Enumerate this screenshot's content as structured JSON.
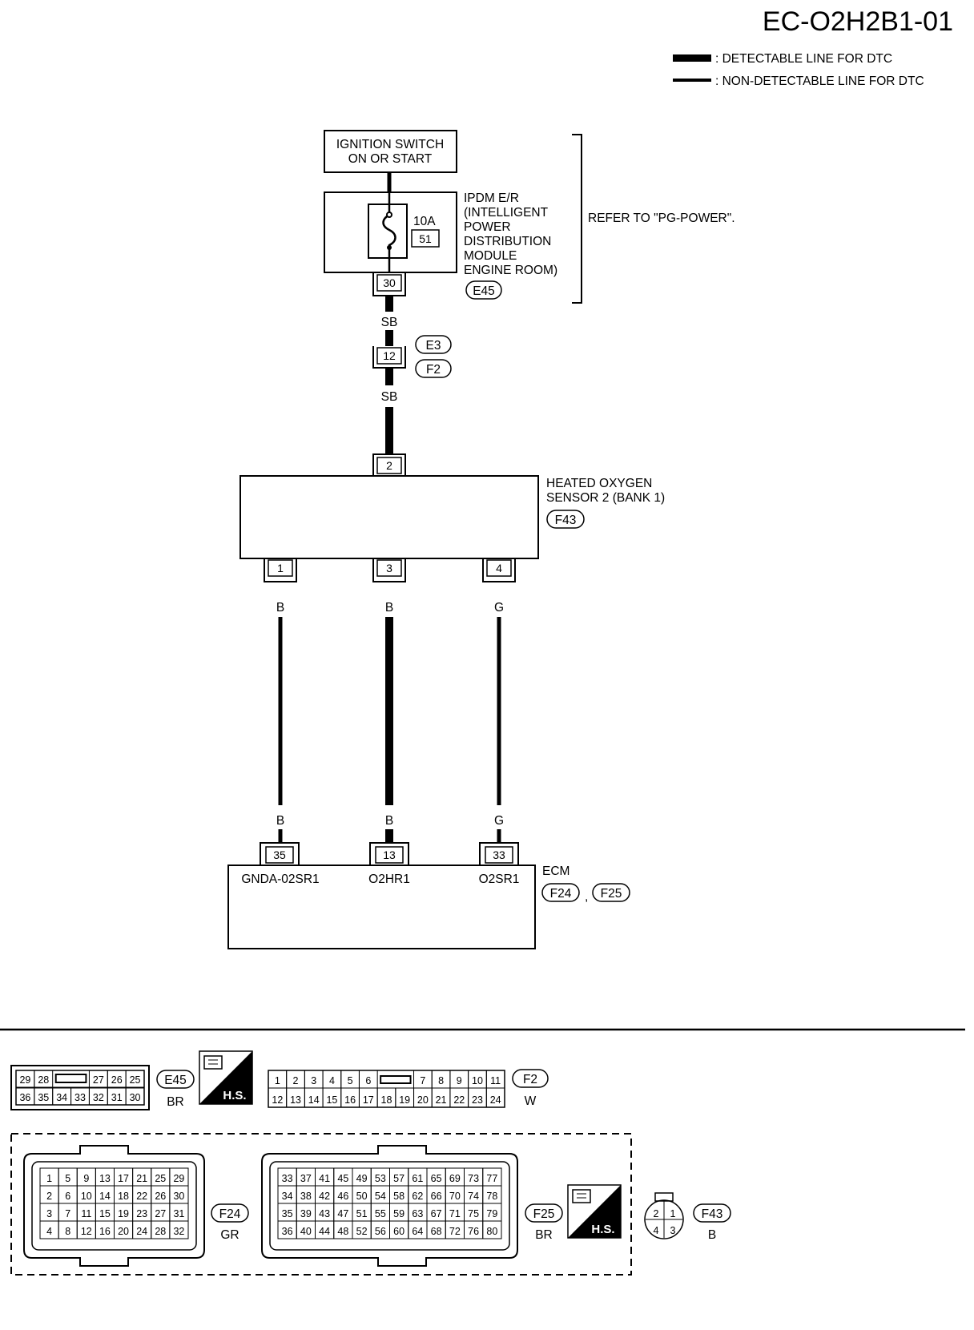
{
  "diagram_id": "EC-O2H2B1-01",
  "legend": {
    "detectable": ": DETECTABLE LINE FOR DTC",
    "non_detectable": ": NON-DETECTABLE LINE FOR DTC"
  },
  "ignition_switch": {
    "line1": "IGNITION SWITCH",
    "line2": "ON OR START"
  },
  "ipdm": {
    "fuse_rating": "10A",
    "fuse_number": "51",
    "name_lines": [
      "IPDM E/R",
      "(INTELLIGENT",
      "POWER",
      "DISTRIBUTION",
      "MODULE",
      "ENGINE ROOM)"
    ],
    "terminal": "30",
    "connector": "E45",
    "refer_note": "REFER TO \"PG-POWER\"."
  },
  "wires": {
    "upper_color": "SB",
    "lower_color": "SB"
  },
  "joint_connector": {
    "terminal": "12",
    "connectors": [
      "E3",
      "F2"
    ]
  },
  "sensor": {
    "name_line1": "HEATED OXYGEN",
    "name_line2": "SENSOR 2 (BANK 1)",
    "connector": "F43",
    "top_terminal": "2",
    "bottom_terminals": [
      "1",
      "3",
      "4"
    ],
    "wire_colors": [
      "B",
      "B",
      "G"
    ]
  },
  "ecm": {
    "name": "ECM",
    "connectors": [
      "F24",
      "F25"
    ],
    "separator": ",",
    "terminals": [
      "35",
      "13",
      "33"
    ],
    "wire_colors": [
      "B",
      "B",
      "G"
    ],
    "pin_names": [
      "GNDA-02SR1",
      "O2HR1",
      "O2SR1"
    ]
  },
  "connector_views": {
    "e45": {
      "id": "E45",
      "color": "BR",
      "row1": [
        "29",
        "28",
        "27",
        "26",
        "25"
      ],
      "row2": [
        "36",
        "35",
        "34",
        "33",
        "32",
        "31",
        "30"
      ]
    },
    "hs_badge": "H.S.",
    "f2": {
      "id": "F2",
      "color": "W",
      "row1": [
        "1",
        "2",
        "3",
        "4",
        "5",
        "6",
        "7",
        "8",
        "9",
        "10",
        "11"
      ],
      "row2": [
        "12",
        "13",
        "14",
        "15",
        "16",
        "17",
        "18",
        "19",
        "20",
        "21",
        "22",
        "23",
        "24"
      ]
    },
    "f24": {
      "id": "F24",
      "color": "GR",
      "rows": [
        [
          "1",
          "5",
          "9",
          "13",
          "17",
          "21",
          "25",
          "29"
        ],
        [
          "2",
          "6",
          "10",
          "14",
          "18",
          "22",
          "26",
          "30"
        ],
        [
          "3",
          "7",
          "11",
          "15",
          "19",
          "23",
          "27",
          "31"
        ],
        [
          "4",
          "8",
          "12",
          "16",
          "20",
          "24",
          "28",
          "32"
        ]
      ]
    },
    "f25": {
      "id": "F25",
      "color": "BR",
      "rows": [
        [
          "33",
          "37",
          "41",
          "45",
          "49",
          "53",
          "57",
          "61",
          "65",
          "69",
          "73",
          "77"
        ],
        [
          "34",
          "38",
          "42",
          "46",
          "50",
          "54",
          "58",
          "62",
          "66",
          "70",
          "74",
          "78"
        ],
        [
          "35",
          "39",
          "43",
          "47",
          "51",
          "55",
          "59",
          "63",
          "67",
          "71",
          "75",
          "79"
        ],
        [
          "36",
          "40",
          "44",
          "48",
          "52",
          "56",
          "60",
          "64",
          "68",
          "72",
          "76",
          "80"
        ]
      ]
    },
    "f43": {
      "id": "F43",
      "color": "B",
      "pins": [
        "2",
        "1",
        "4",
        "3"
      ]
    }
  }
}
